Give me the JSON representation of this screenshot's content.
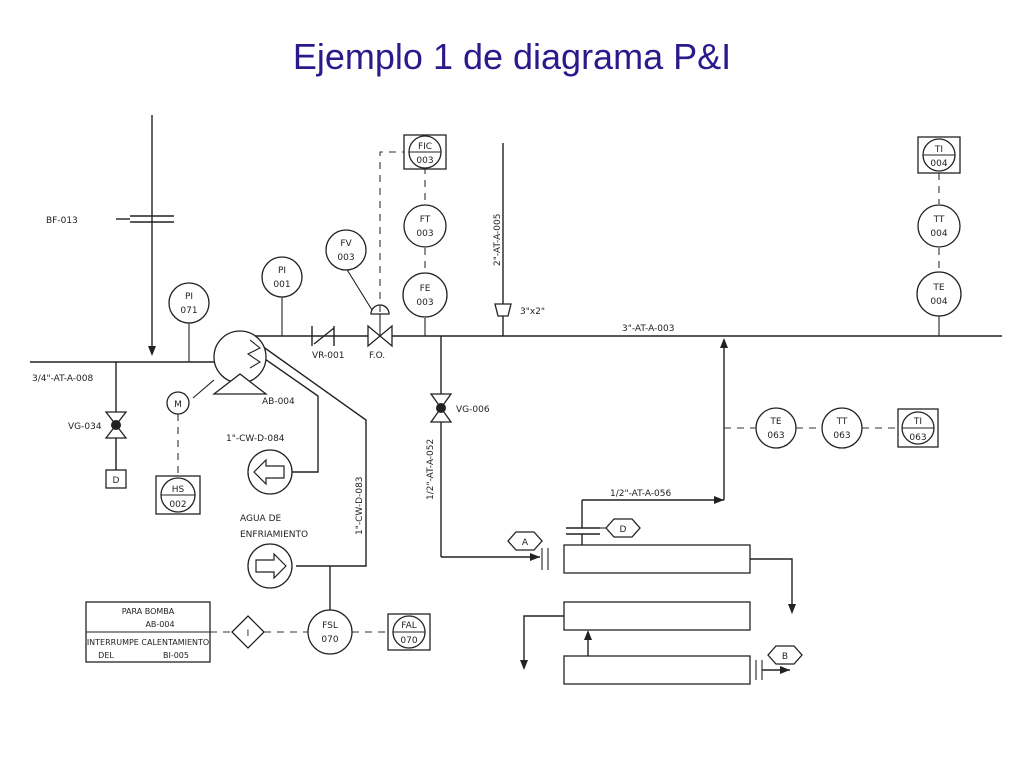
{
  "title": "Ejemplo 1 de diagrama P&I",
  "instruments": {
    "fic003": {
      "tag": "FIC",
      "num": "003"
    },
    "ft003": {
      "tag": "FT",
      "num": "003"
    },
    "fe003": {
      "tag": "FE",
      "num": "003"
    },
    "fv003": {
      "tag": "FV",
      "num": "003"
    },
    "pi001": {
      "tag": "PI",
      "num": "001"
    },
    "pi071": {
      "tag": "PI",
      "num": "071"
    },
    "ti004": {
      "tag": "TI",
      "num": "004"
    },
    "tt004": {
      "tag": "TT",
      "num": "004"
    },
    "te004": {
      "tag": "TE",
      "num": "004"
    },
    "te063": {
      "tag": "TE",
      "num": "063"
    },
    "tt063": {
      "tag": "TT",
      "num": "063"
    },
    "ti063": {
      "tag": "TI",
      "num": "063"
    },
    "hs002": {
      "tag": "HS",
      "num": "002"
    },
    "fsl070": {
      "tag": "FSL",
      "num": "070"
    },
    "fal070": {
      "tag": "FAL",
      "num": "070"
    },
    "motor": {
      "tag": "M"
    },
    "interlock": {
      "tag": "I"
    }
  },
  "labels": {
    "bf013": "BF-013",
    "line_008": "3/4\"-AT-A-008",
    "vg034": "VG-034",
    "d_box": "D",
    "vr001": "VR-001",
    "fo": "F.O.",
    "ab004": "AB-004",
    "cw084": "1\"-CW-D-084",
    "cw083": "1\"-CW-D-083",
    "agua1": "AGUA DE",
    "agua2": "ENFRIAMIENTO",
    "line_005": "2\"-AT-A-005",
    "reducer": "3\"x2\"",
    "line_003": "3\"-AT-A-003",
    "vg006": "VG-006",
    "line_052": "1/2\"-AT-A-052",
    "line_056": "1/2\"-AT-A-056",
    "conn_a": "A",
    "conn_d": "D",
    "conn_b": "B"
  },
  "notes": {
    "l1": "PARA BOMBA",
    "l2": "AB-004",
    "l3": "INTERRUMPE CALENTAMIENTO",
    "l4": "DEL",
    "l5": "BI-005"
  }
}
